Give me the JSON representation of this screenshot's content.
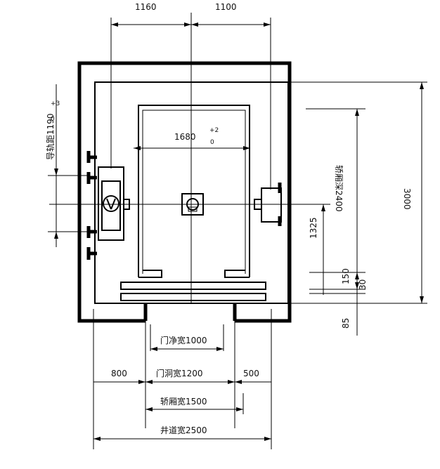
{
  "dimensions": {
    "top_left": "1160",
    "top_right": "1100",
    "guide_rail_distance": "导轨距1190",
    "guide_rail_tol_plus": "+3",
    "guide_rail_tol_minus": "0",
    "car_inner": "1680",
    "car_inner_tol_plus": "+2",
    "car_inner_tol_minus": "0",
    "car_depth": "轿厢深2400",
    "shaft_depth": "3000",
    "center_offset": "1325",
    "sill_150": "150",
    "sill_30": "30",
    "sill_85": "85",
    "door_clear_width": "门净宽1000",
    "door_opening_width": "门洞宽1200",
    "left_wall": "800",
    "right_wall": "500",
    "car_width": "轿厢宽1500",
    "shaft_width": "井道宽2500"
  }
}
